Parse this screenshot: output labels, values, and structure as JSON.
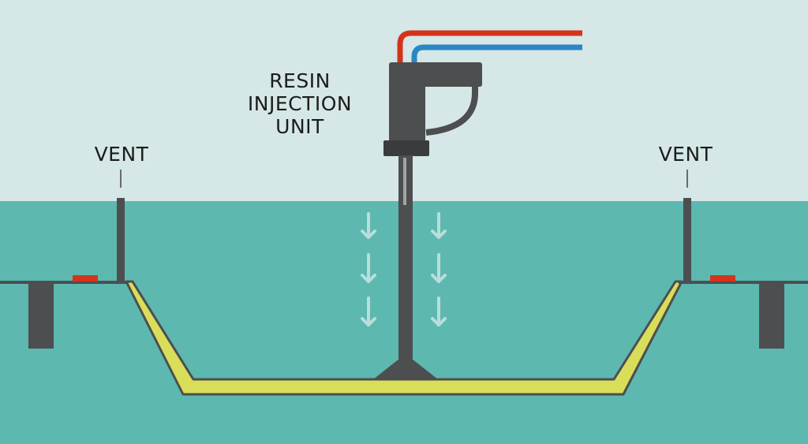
{
  "labels": {
    "vent_left": "VENT",
    "vent_right": "VENT",
    "resin_unit_line1": "RESIN",
    "resin_unit_line2": "INJECTION",
    "resin_unit_line3": "UNIT"
  },
  "colors": {
    "sky": "#d5e7e6",
    "water": "#5db8b0",
    "steel": "#4d4e50",
    "steel_dark": "#3a3b3d",
    "resin_layer": "#d9de5a",
    "red_line": "#d4331a",
    "blue_line": "#2b86c4",
    "seal_marker": "#d4331a",
    "flow_arrow": "#b9dedb",
    "label_text": "#1c1c1c"
  },
  "icons": {
    "flow_arrow": "down-arrow-icon"
  }
}
